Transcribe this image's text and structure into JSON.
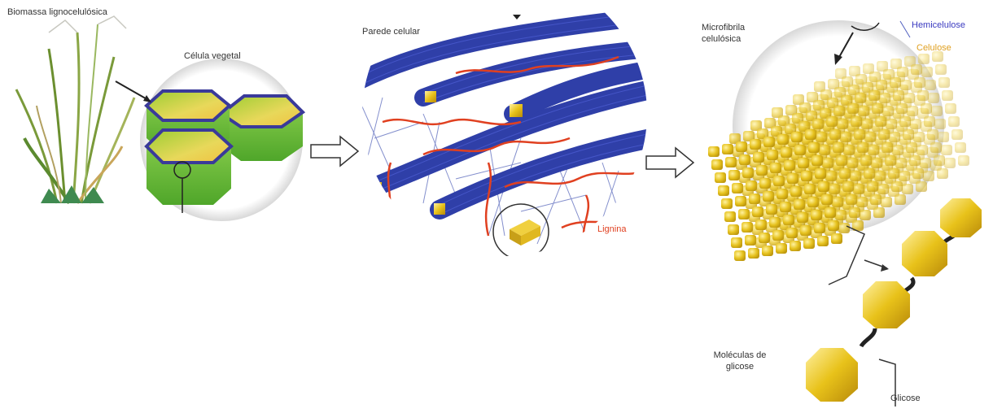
{
  "labels": {
    "biomass": "Biomassa lignocelulósica",
    "plant_cell": "Célula vegetal",
    "cell_wall": "Parede celular",
    "lignin": "Lignina",
    "microfibril_line1": "Microfibrila",
    "microfibril_line2": "celulósica",
    "hemicellulose": "Hemicelulose",
    "cellulose": "Celulose",
    "glucose_molecules_line1": "Moléculas de",
    "glucose_molecules_line2": "glicose",
    "glucose": "Glicose"
  },
  "colors": {
    "hemicellulose": "#3a3ac0",
    "cellulose": "#e0a020",
    "lignin": "#e04020",
    "fiber_blue": "#2f3fa8",
    "cell_green": "#7ec640",
    "glucose_gold": "#e8c21a"
  }
}
